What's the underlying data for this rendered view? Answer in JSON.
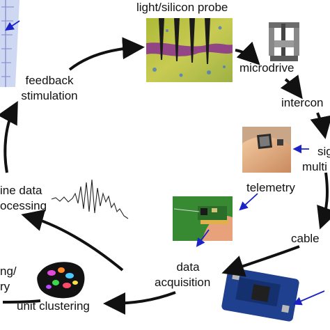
{
  "nodes": {
    "probe": "light/silicon probe",
    "microdrive": "microdrive",
    "interconnect": "intercon",
    "signal_line1": "sig",
    "signal_line2": "multi",
    "telemetry": "telemetry",
    "cable": "cable",
    "data_acquisition_line1": "data",
    "data_acquisition_line2": "acquisition",
    "unit_clustering": "unit clustering",
    "sorting_line1": "ng/",
    "sorting_line2": "ry",
    "online_line1": "ine data",
    "online_line2": "ocessing",
    "feedback_line1": "feedback",
    "feedback_line2": "stimulation"
  },
  "colors": {
    "cycle_arrow": "#111111",
    "pointer_arrow": "#1a22c8"
  }
}
